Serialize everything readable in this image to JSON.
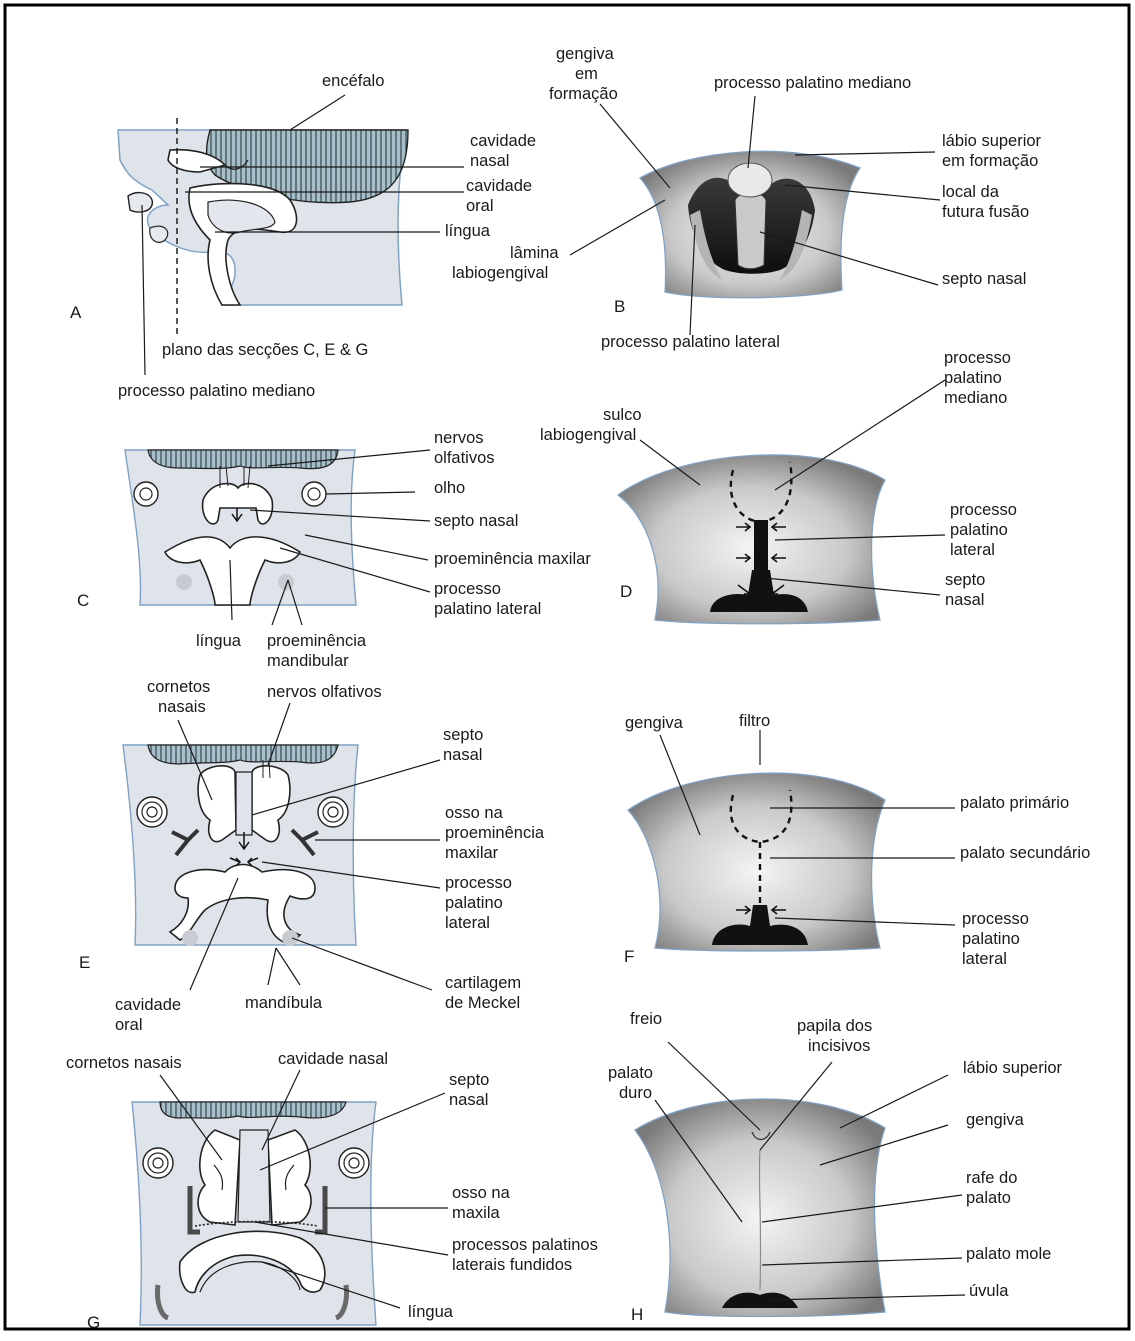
{
  "panels": {
    "A": {
      "letter": "A",
      "labels": {
        "encefalo": "encéfalo",
        "cavidade_nasal_1": "cavidade",
        "cavidade_nasal_2": "nasal",
        "cavidade_oral_1": "cavidade",
        "cavidade_oral_2": "oral",
        "lingua": "língua",
        "plano": "plano das secções C, E & G",
        "processo_mediano": "processo palatino mediano"
      }
    },
    "B": {
      "letter": "B",
      "labels": {
        "gengiva_1": "gengiva",
        "gengiva_2": "em",
        "gengiva_3": "formação",
        "processo_mediano": "processo palatino mediano",
        "labio_1": "lábio superior",
        "labio_2": "em formação",
        "local_1": "local da",
        "local_2": "futura fusão",
        "lamina_1": "lâmina",
        "lamina_2": "labiogengival",
        "septo": "septo nasal",
        "processo_lateral": "processo palatino lateral"
      }
    },
    "C": {
      "letter": "C",
      "labels": {
        "nervos_1": "nervos",
        "nervos_2": "olfativos",
        "olho": "olho",
        "septo": "septo nasal",
        "proeminencia_maxilar": "proeminência maxilar",
        "processo_1": "processo",
        "processo_2": "palatino lateral",
        "lingua": "língua",
        "mandibular_1": "proeminência",
        "mandibular_2": "mandibular"
      }
    },
    "D": {
      "letter": "D",
      "labels": {
        "sulco_1": "sulco",
        "sulco_2": "labiogengival",
        "mediano_1": "processo",
        "mediano_2": "palatino",
        "mediano_3": "mediano",
        "lateral_1": "processo",
        "lateral_2": "palatino",
        "lateral_3": "lateral",
        "septo_1": "septo",
        "septo_2": "nasal"
      }
    },
    "E": {
      "letter": "E",
      "labels": {
        "cornetos_1": "cornetos",
        "cornetos_2": "nasais",
        "nervos": "nervos olfativos",
        "septo_1": "septo",
        "septo_2": "nasal",
        "osso_1": "osso na",
        "osso_2": "proeminência",
        "osso_3": "maxilar",
        "processo_1": "processo",
        "processo_2": "palatino",
        "processo_3": "lateral",
        "cavidade_1": "cavidade",
        "cavidade_2": "oral",
        "mandibula": "mandíbula",
        "meckel_1": "cartilagem",
        "meckel_2": "de Meckel"
      }
    },
    "F": {
      "letter": "F",
      "labels": {
        "gengiva": "gengiva",
        "filtro": "filtro",
        "primario": "palato primário",
        "secundario": "palato secundário",
        "processo_1": "processo",
        "processo_2": "palatino",
        "processo_3": "lateral"
      }
    },
    "G": {
      "letter": "G",
      "labels": {
        "cornetos": "cornetos nasais",
        "cavidade": "cavidade nasal",
        "septo_1": "septo",
        "septo_2": "nasal",
        "osso_1": "osso na",
        "osso_2": "maxila",
        "fundidos_1": "processos palatinos",
        "fundidos_2": "laterais fundidos",
        "lingua": "língua"
      }
    },
    "H": {
      "letter": "H",
      "labels": {
        "freio": "freio",
        "papila_1": "papila dos",
        "papila_2": "incisivos",
        "duro_1": "palato",
        "duro_2": "duro",
        "labio": "lábio superior",
        "gengiva": "gengiva",
        "rafe_1": "rafe do",
        "rafe_2": "palato",
        "mole": "palato mole",
        "uvula": "úvula"
      }
    }
  },
  "colors": {
    "tissue": "#dfe3ea",
    "tissue_outline": "#7fa2c4",
    "brain": "#a6bfc8",
    "ink": "#1a1a1a",
    "stipple": "#2a2a2a"
  }
}
